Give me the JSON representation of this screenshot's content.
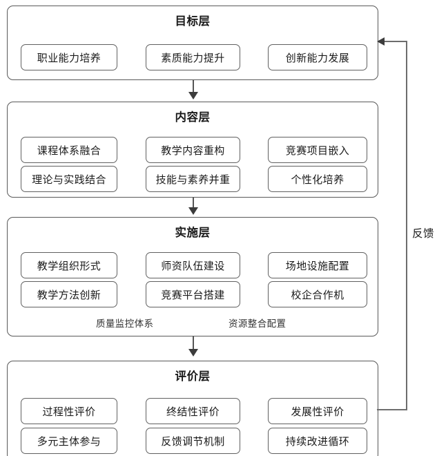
{
  "diagram": {
    "title_layer1": "目标层",
    "title_layer2": "内容层",
    "title_layer3": "实施层",
    "title_layer4": "评价层",
    "feedback_label": "反馈",
    "layers": [
      {
        "name": "目标层",
        "rows": [
          [
            "职业能力培养",
            "素质能力提升",
            "创新能力发展"
          ]
        ],
        "notes": []
      },
      {
        "name": "内容层",
        "rows": [
          [
            "课程体系融合",
            "教学内容重构",
            "竞赛项目嵌入"
          ],
          [
            "理论与实践结合",
            "技能与素养并重",
            "个性化培养"
          ]
        ],
        "notes": []
      },
      {
        "name": "实施层",
        "rows": [
          [
            "教学组织形式",
            "师资队伍建设",
            "场地设施配置"
          ],
          [
            "教学方法创新",
            "竞赛平台搭建",
            "校企合作机"
          ]
        ],
        "notes": [
          "质量监控体系",
          "资源整合配置"
        ]
      },
      {
        "name": "评价层",
        "rows": [
          [
            "过程性评价",
            "终结性评价",
            "发展性评价"
          ],
          [
            "多元主体参与",
            "反馈调节机制",
            "持续改进循环"
          ]
        ],
        "notes": []
      }
    ],
    "items": {
      "l1r0c0": "职业能力培养",
      "l1r0c1": "素质能力提升",
      "l1r0c2": "创新能力发展",
      "l2r0c0": "课程体系融合",
      "l2r0c1": "教学内容重构",
      "l2r0c2": "竞赛项目嵌入",
      "l2r1c0": "理论与实践结合",
      "l2r1c1": "技能与素养并重",
      "l2r1c2": "个性化培养",
      "l3r0c0": "教学组织形式",
      "l3r0c1": "师资队伍建设",
      "l3r0c2": "场地设施配置",
      "l3r1c0": "教学方法创新",
      "l3r1c1": "竞赛平台搭建",
      "l3r1c2": "校企合作机",
      "l3note0": "质量监控体系",
      "l3note1": "资源整合配置",
      "l4r0c0": "过程性评价",
      "l4r0c1": "终结性评价",
      "l4r0c2": "发展性评价",
      "l4r1c0": "多元主体参与",
      "l4r1c1": "反馈调节机制",
      "l4r1c2": "持续改进循环"
    },
    "colors": {
      "box_border": "#585858",
      "item_border": "#606060",
      "arrow": "#3c3c3c",
      "feedback_line": "#6d6d6d",
      "background": "#ffffff",
      "text": "#1a1a1a"
    }
  }
}
